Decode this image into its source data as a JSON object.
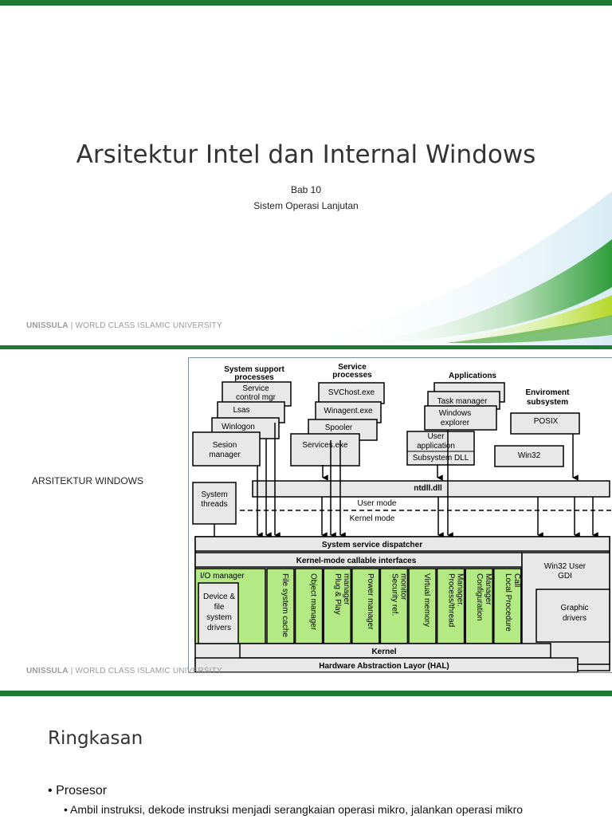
{
  "slide1": {
    "title": "Arsitektur Intel dan Internal Windows",
    "subtitle_line1": "Bab 10",
    "subtitle_line2": "Sistem Operasi Lanjutan",
    "footer_brand": "UNISSULA",
    "footer_text": " | WORLD CLASS ISLAMIC UNIVERSITY",
    "accent_color": "#1e7a34"
  },
  "slide2": {
    "label": "ARSITEKTUR WINDOWS",
    "footer_brand": "UNISSULA",
    "footer_text": " | WORLD CLASS ISLAMIC UNIVERSITY",
    "diagram": {
      "group_system_support": "System support",
      "group_system_support_2": "processes",
      "group_service": "Service",
      "group_service_2": "processes",
      "group_applications": "Applications",
      "group_env": "Enviroment",
      "group_env_2": "subsystem",
      "service_control_1": "Service",
      "service_control_2": "control mgr",
      "lsas": "Lsas",
      "winlogon": "Winlogon",
      "session_1": "Sesion",
      "session_2": "manager",
      "svchost": "SVChost.exe",
      "winagent": "Winagent.exe",
      "spooler": "Spooler",
      "services": "Services.exe",
      "task_manager": "Task manager",
      "windows_explorer_1": "Windows",
      "windows_explorer_2": "explorer",
      "user_app_1": "User",
      "user_app_2": "application",
      "subsystem_dll": "Subsystem DLL",
      "posix": "POSIX",
      "win32": "Win32",
      "system_threads_1": "System",
      "system_threads_2": "threads",
      "ntdll": "ntdll.dll",
      "user_mode": "User mode",
      "kernel_mode": "Kernel mode",
      "dispatcher": "System service dispatcher",
      "callable": "Kernel-mode callable interfaces",
      "win32_user_1": "Win32 User",
      "win32_user_2": "GDI",
      "io_manager": "I/O manager",
      "device_drivers_1": "Device &",
      "device_drivers_2": "file",
      "device_drivers_3": "system",
      "device_drivers_4": "drivers",
      "graphic_drivers_1": "Graphic",
      "graphic_drivers_2": "drivers",
      "executive_columns": [
        [
          "File system cache"
        ],
        [
          "Object manager"
        ],
        [
          "Plug & Play",
          "manager"
        ],
        [
          "Power manager"
        ],
        [
          "Security ref.",
          "monitor"
        ],
        [
          "Virtual memory"
        ],
        [
          "Process/thread",
          "Manager."
        ],
        [
          "Configuration",
          "Manager"
        ],
        [
          "Local Procedure",
          "Call"
        ]
      ],
      "kernel": "Kernel",
      "hal": "Hardware Abstraction Layor (HAL)",
      "exec_color": "#b4ea84"
    }
  },
  "slide3": {
    "title": "Ringkasan",
    "bullet_marker": "•",
    "bullet1": "Prosesor",
    "bullet2": "Ambil instruksi, dekode instruksi menjadi serangkaian operasi mikro, jalankan operasi mikro"
  }
}
